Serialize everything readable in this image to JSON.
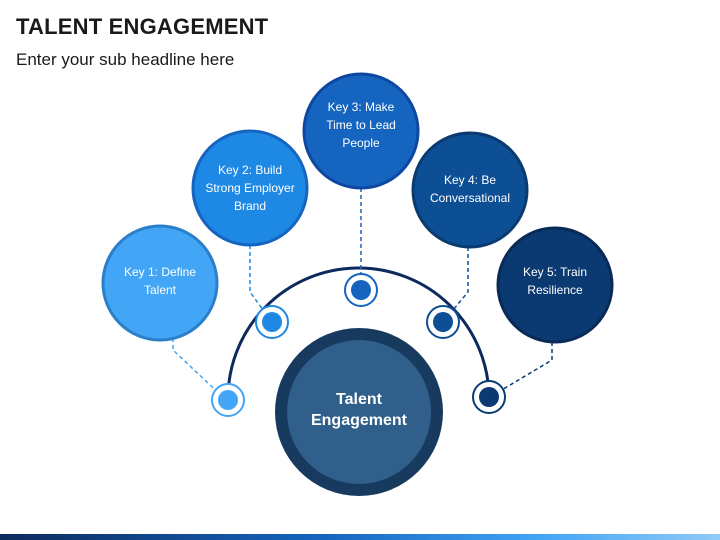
{
  "title": "TALENT ENGAGEMENT",
  "subtitle": "Enter your sub headline here",
  "center": {
    "line1": "Talent",
    "line2": "Engagement"
  },
  "keys": [
    {
      "lines": [
        "Key 1: Define",
        "Talent"
      ],
      "color": "#42a5f5"
    },
    {
      "lines": [
        "Key 2: Build",
        "Strong Employer",
        "Brand"
      ],
      "color": "#1e88e5"
    },
    {
      "lines": [
        "Key 3: Make",
        "Time to Lead",
        "People"
      ],
      "color": "#1565c0"
    },
    {
      "lines": [
        "Key 4: Be",
        "Conversational"
      ],
      "color": "#0d4f94"
    },
    {
      "lines": [
        "Key 5: Train",
        "Resilience"
      ],
      "color": "#0b3a73"
    }
  ],
  "colors": {
    "center_fill": "#2f5f8a",
    "center_ring": "#173a5e",
    "arc": "#0d2a5c"
  }
}
